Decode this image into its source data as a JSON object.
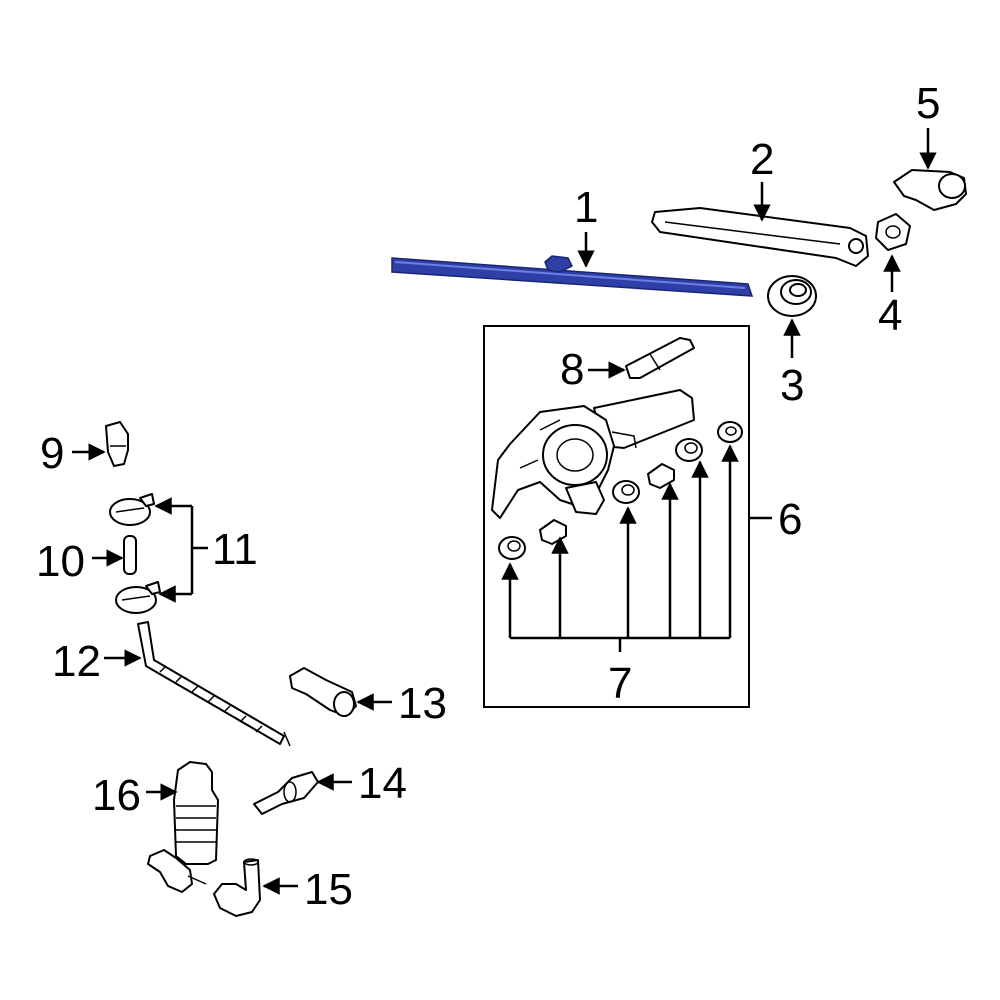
{
  "colors": {
    "highlight": "#2e3fa8",
    "ink": "#000000",
    "background": "#ffffff"
  },
  "callouts": {
    "c1": "1",
    "c2": "2",
    "c3": "3",
    "c4": "4",
    "c5": "5",
    "c6": "6",
    "c7": "7",
    "c8": "8",
    "c9": "9",
    "c10": "10",
    "c11": "11",
    "c12": "12",
    "c13": "13",
    "c14": "14",
    "c15": "15",
    "c16": "16"
  }
}
